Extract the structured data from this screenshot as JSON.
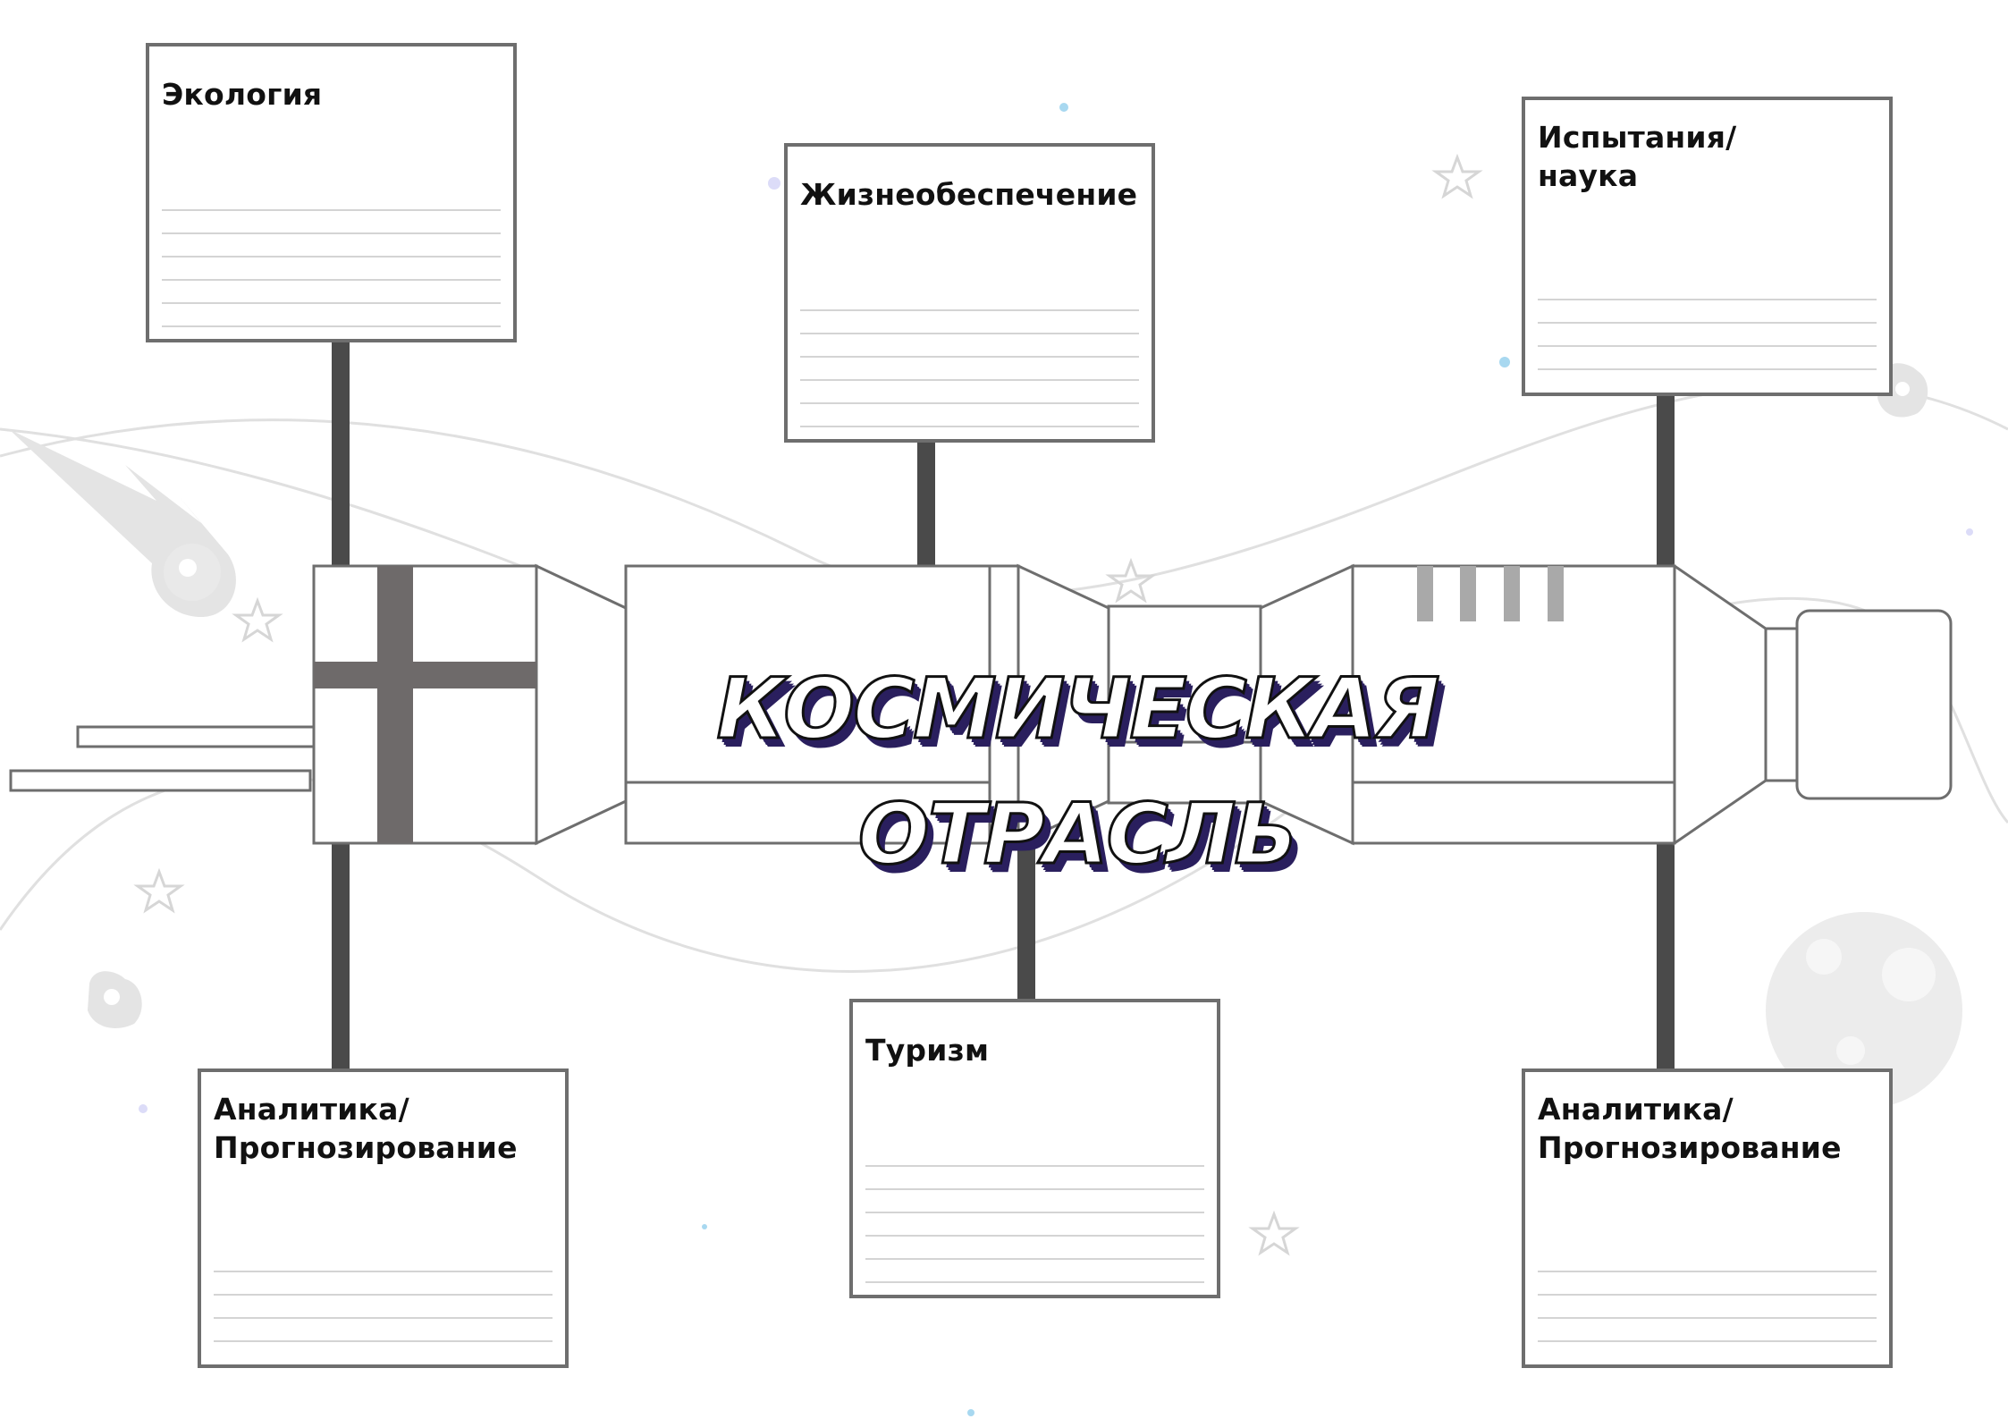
{
  "title": "КОСМИЧЕСКАЯ ОТРАСЛЬ",
  "colors": {
    "connector": "#4a4a4a",
    "card_border": "#6e6e6e",
    "station_stroke": "#6e6e6e",
    "cross_band": "#6e6a6a",
    "title_shadow": "#2a1f5e",
    "dot_accent": "#a8d8f0"
  },
  "cards": [
    {
      "id": "ecology",
      "label": "Экология"
    },
    {
      "id": "life-support",
      "label": "Жизнеобеспечение"
    },
    {
      "id": "testing-science",
      "label": "Испытания/\nнаука"
    },
    {
      "id": "analytics-left",
      "label": "Аналитика/\nПрогнозирование"
    },
    {
      "id": "tourism",
      "label": "Туризм"
    },
    {
      "id": "analytics-right",
      "label": "Аналитика/\nПрогнозирование"
    }
  ],
  "decorations": [
    "comet-icon",
    "star-icon",
    "asteroid-icon",
    "moon-icon",
    "dot-icon"
  ]
}
